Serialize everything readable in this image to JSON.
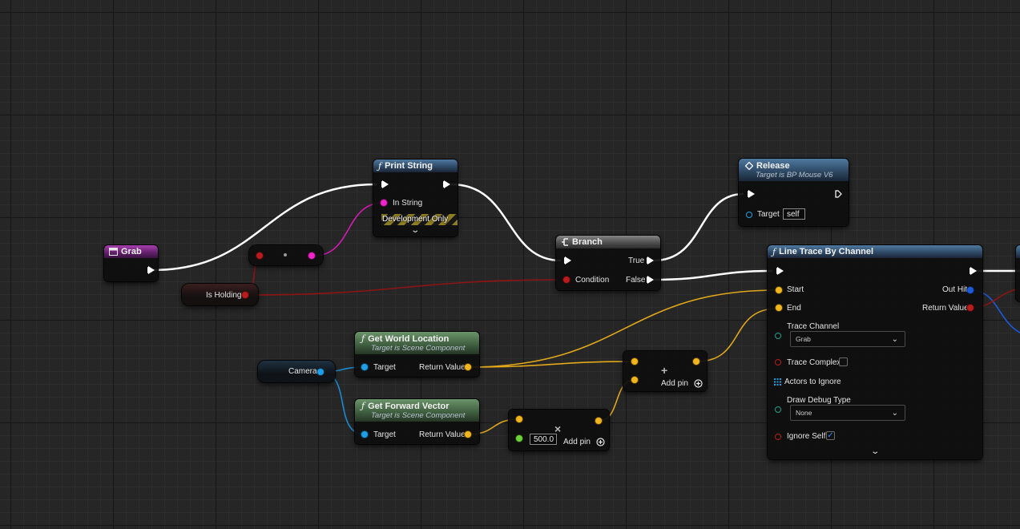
{
  "nodes": {
    "grab": {
      "title": "Grab"
    },
    "print_string": {
      "title": "Print String",
      "in_string": "In String",
      "dev_only": "Development Only"
    },
    "is_holding": {
      "title": "Is Holding"
    },
    "branch": {
      "title": "Branch",
      "condition": "Condition",
      "true_label": "True",
      "false_label": "False"
    },
    "release": {
      "title": "Release",
      "subtitle": "Target is BP Mouse V6",
      "target": "Target",
      "target_value": "self"
    },
    "line_trace": {
      "title": "Line Trace By Channel",
      "start": "Start",
      "end": "End",
      "trace_channel": "Trace Channel",
      "trace_channel_value": "Grab",
      "trace_complex": "Trace Complex",
      "actors_to_ignore": "Actors to Ignore",
      "draw_debug_type": "Draw Debug Type",
      "draw_debug_value": "None",
      "ignore_self": "Ignore Self",
      "out_hit": "Out Hit",
      "return_value": "Return Value"
    },
    "get_world_location": {
      "title": "Get World Location",
      "subtitle": "Target is Scene Component",
      "target": "Target",
      "return_value": "Return Value"
    },
    "get_forward_vector": {
      "title": "Get Forward Vector",
      "subtitle": "Target is Scene Component",
      "target": "Target",
      "return_value": "Return Value"
    },
    "camera": {
      "title": "Camera"
    },
    "multiply": {
      "value": "500.0",
      "add_pin": "Add pin"
    },
    "add": {
      "add_pin": "Add pin"
    }
  },
  "colors": {
    "exec": "#ffffff",
    "vector": "#f0b51f",
    "object": "#1e9ee6",
    "bool": "#b81c1c",
    "string": "#f024c8",
    "float": "#6cd23a",
    "struct": "#1c5cd8",
    "graph_background": "#262626"
  },
  "icons": {
    "function": "f-function-icon",
    "event": "event-node-icon",
    "branch": "branch-icon",
    "custom_event": "diamond-event-icon",
    "expand": "chevron-down-icon",
    "add_pin": "plus-circle-icon",
    "array": "array-grid-icon"
  }
}
